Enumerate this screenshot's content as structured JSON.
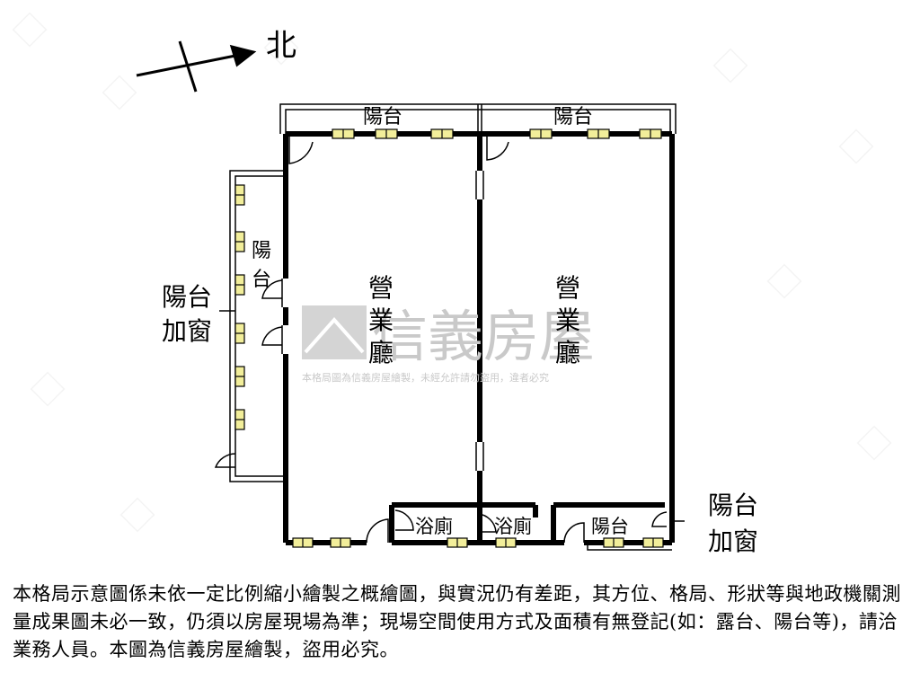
{
  "compass": {
    "label": "北"
  },
  "rooms": {
    "balcony_top_left": "陽台",
    "balcony_top_right": "陽台",
    "balcony_left_v1": "陽",
    "balcony_left_v2": "台",
    "business_hall_left": [
      "營",
      "業",
      "廳"
    ],
    "business_hall_right": [
      "營",
      "業",
      "廳"
    ],
    "bathroom_1": "浴廁",
    "bathroom_2": "浴廁",
    "balcony_bottom": "陽台"
  },
  "annotations": {
    "left_enclosed_line1": "陽台",
    "left_enclosed_line2": "加窗",
    "right_enclosed_line1": "陽台",
    "right_enclosed_line2": "加窗"
  },
  "watermark": {
    "brand": "信義房屋",
    "notice": "本格局圖為信義房屋繪製，未經允許請勿盜用，違者必究"
  },
  "disclaimer": "本格局示意圖係未依一定比例縮小繪製之概繪圖，與實況仍有差距，其方位、格局、形狀等與地政機關測量成果圖未必一致，仍須以房屋現場為準；現場空間使用方式及面積有無登記(如：露台、陽台等)，請洽業務人員。本圖為信義房屋繪製，盜用必究。",
  "colors": {
    "wall": "#000000",
    "window_fill": "#f2ee9a",
    "watermark": "#c9c9c9"
  }
}
